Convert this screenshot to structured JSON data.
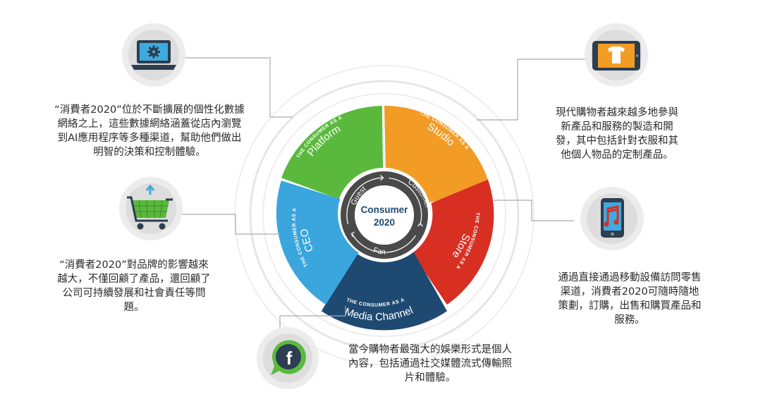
{
  "colors": {
    "platform": "#5ab93c",
    "studio": "#f39c25",
    "store": "#d82f23",
    "media": "#1e4a72",
    "ceo": "#3aa6dd",
    "inner_ring": "#4a4a4a",
    "icon_bg": "#e4e4e4",
    "connector": "#aaaaaa"
  },
  "center": {
    "line1": "Consumer",
    "line2": "2020"
  },
  "inner_ring_labels": {
    "guest": "Guest",
    "customer": "Customer",
    "fan": "Fan"
  },
  "segments": {
    "platform": {
      "prefix": "THE CONSUMER AS A",
      "label": "Platform"
    },
    "studio": {
      "prefix": "THE CONSUMER AS A",
      "label": "Studio"
    },
    "store": {
      "prefix": "THE CONSUMER AS A",
      "label": "Store"
    },
    "media": {
      "prefix": "THE CONSUMER AS A",
      "label": "Media Channel"
    },
    "ceo": {
      "prefix": "THE CONSUMER AS A",
      "label": "CEO"
    }
  },
  "icons": {
    "platform": "laptop-gear-icon",
    "ceo": "shopping-cart-icon",
    "media": "facebook-icon",
    "studio": "tablet-shirt-icon",
    "store": "phone-music-icon"
  },
  "descriptions": {
    "platform": [
      "“消費者2020”位於不斷擴展的個性化數據",
      "網絡之上，這些數據網絡涵蓋從店內瀏覽",
      "到AI應用程序等多種渠道，幫助他們做出",
      "明智的決策和控制體驗。"
    ],
    "ceo": [
      "“消費者2020”對品牌的影響越來",
      "越大，不僅回顧了產品，還回顧了",
      "公司可持續發展和社會責任等問",
      "題。"
    ],
    "media": [
      "當今購物者最強大的娛樂形式是個人",
      "內容，包括通過社交媒體流式傳輸照",
      "片和體驗。"
    ],
    "studio": [
      "現代購物者越來越多地參與",
      "新產品和服務的製造和開",
      "發，其中包括針對衣服和其",
      "他個人物品的定制產品。"
    ],
    "store": [
      "通過直接通過移動設備訪問零售",
      "渠道，消費者2020可隨時隨地",
      "策劃，訂購，出售和購買產品和",
      "服務。"
    ]
  }
}
